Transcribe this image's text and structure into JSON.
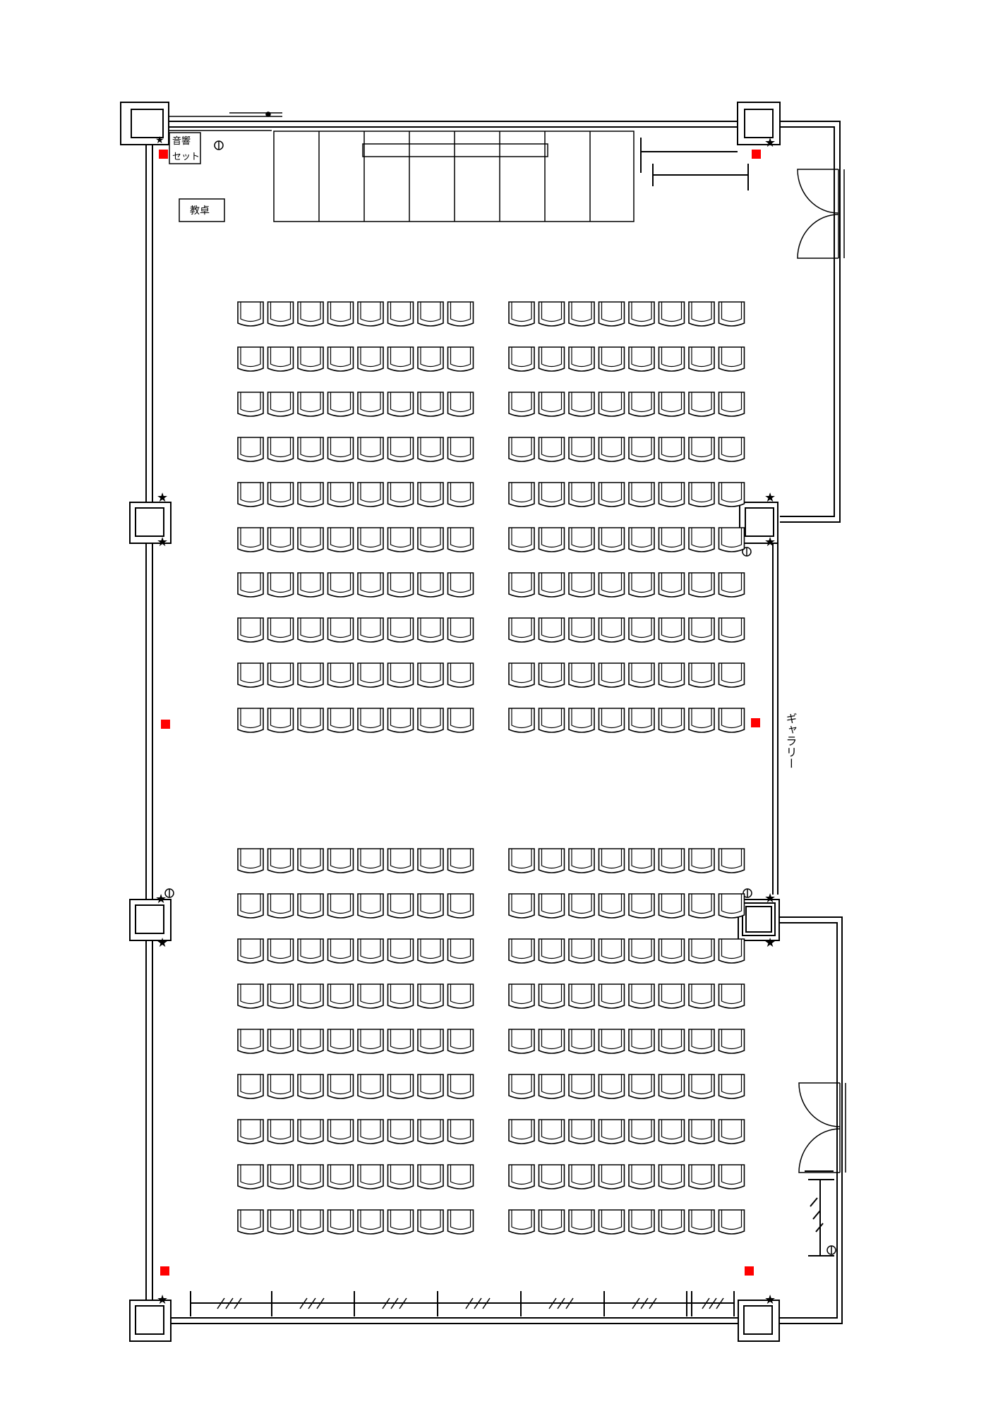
{
  "labels": {
    "audio_set_line1": "音響",
    "audio_set_line2": "セット",
    "lectern": "教卓",
    "gallery": "ギャラリー"
  },
  "seating": {
    "blocks": [
      "upper-left",
      "upper-right",
      "lower-left",
      "lower-right"
    ],
    "rows_upper": 10,
    "rows_lower": 9,
    "seats_per_row": 8
  },
  "symbols": {
    "star_icon": "★",
    "outlet_icon": "Ø"
  },
  "colors": {
    "line": "#000000",
    "marker": "#ff0000",
    "background": "#ffffff"
  }
}
